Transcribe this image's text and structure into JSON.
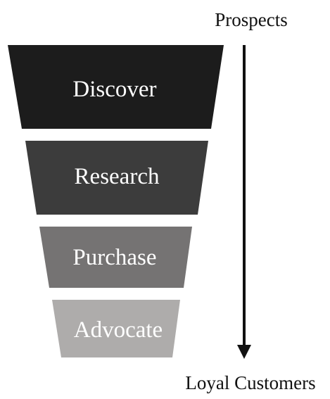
{
  "diagram": {
    "stages": [
      {
        "label": "Discover",
        "color": "#1c1c1c"
      },
      {
        "label": "Research",
        "color": "#3c3c3c"
      },
      {
        "label": "Purchase",
        "color": "#757373"
      },
      {
        "label": "Advocate",
        "color": "#aeacab"
      }
    ],
    "arrow": {
      "top_label": "Prospects",
      "bottom_label": "Loyal Customers",
      "color": "#111111"
    }
  }
}
